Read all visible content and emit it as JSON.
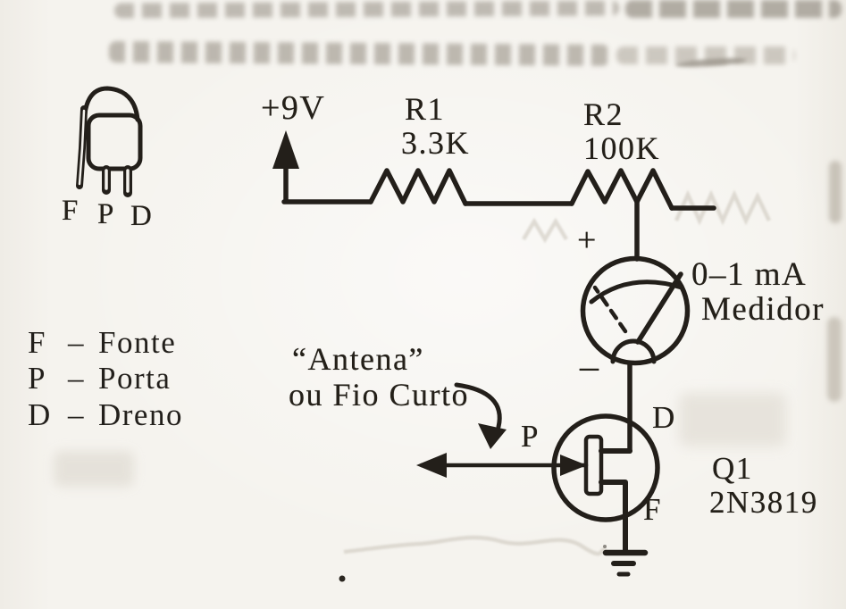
{
  "colors": {
    "paper": "#f4f2ed",
    "ink": "#221f1b",
    "ghost": "#c7c1b6"
  },
  "circuit": {
    "supply_label": "+9V",
    "r1_name": "R1",
    "r1_value": "3.3K",
    "r2_name": "R2",
    "r2_value": "100K",
    "meter_plus": "+",
    "meter_minus": "–",
    "meter_range": "0–1 mA",
    "meter_name": "Medidor",
    "antenna_line1": "“Antena”",
    "antenna_line2": "ou Fio Curto",
    "gate_label": "P",
    "drain_label": "D",
    "source_label": "F",
    "transistor_ref": "Q1",
    "transistor_part": "2N3819"
  },
  "package_pins": [
    "F",
    "P",
    "D"
  ],
  "legend": [
    {
      "sym": "F",
      "dash": "–",
      "name": "Fonte"
    },
    {
      "sym": "P",
      "dash": "–",
      "name": "Porta"
    },
    {
      "sym": "D",
      "dash": "–",
      "name": "Dreno"
    }
  ]
}
